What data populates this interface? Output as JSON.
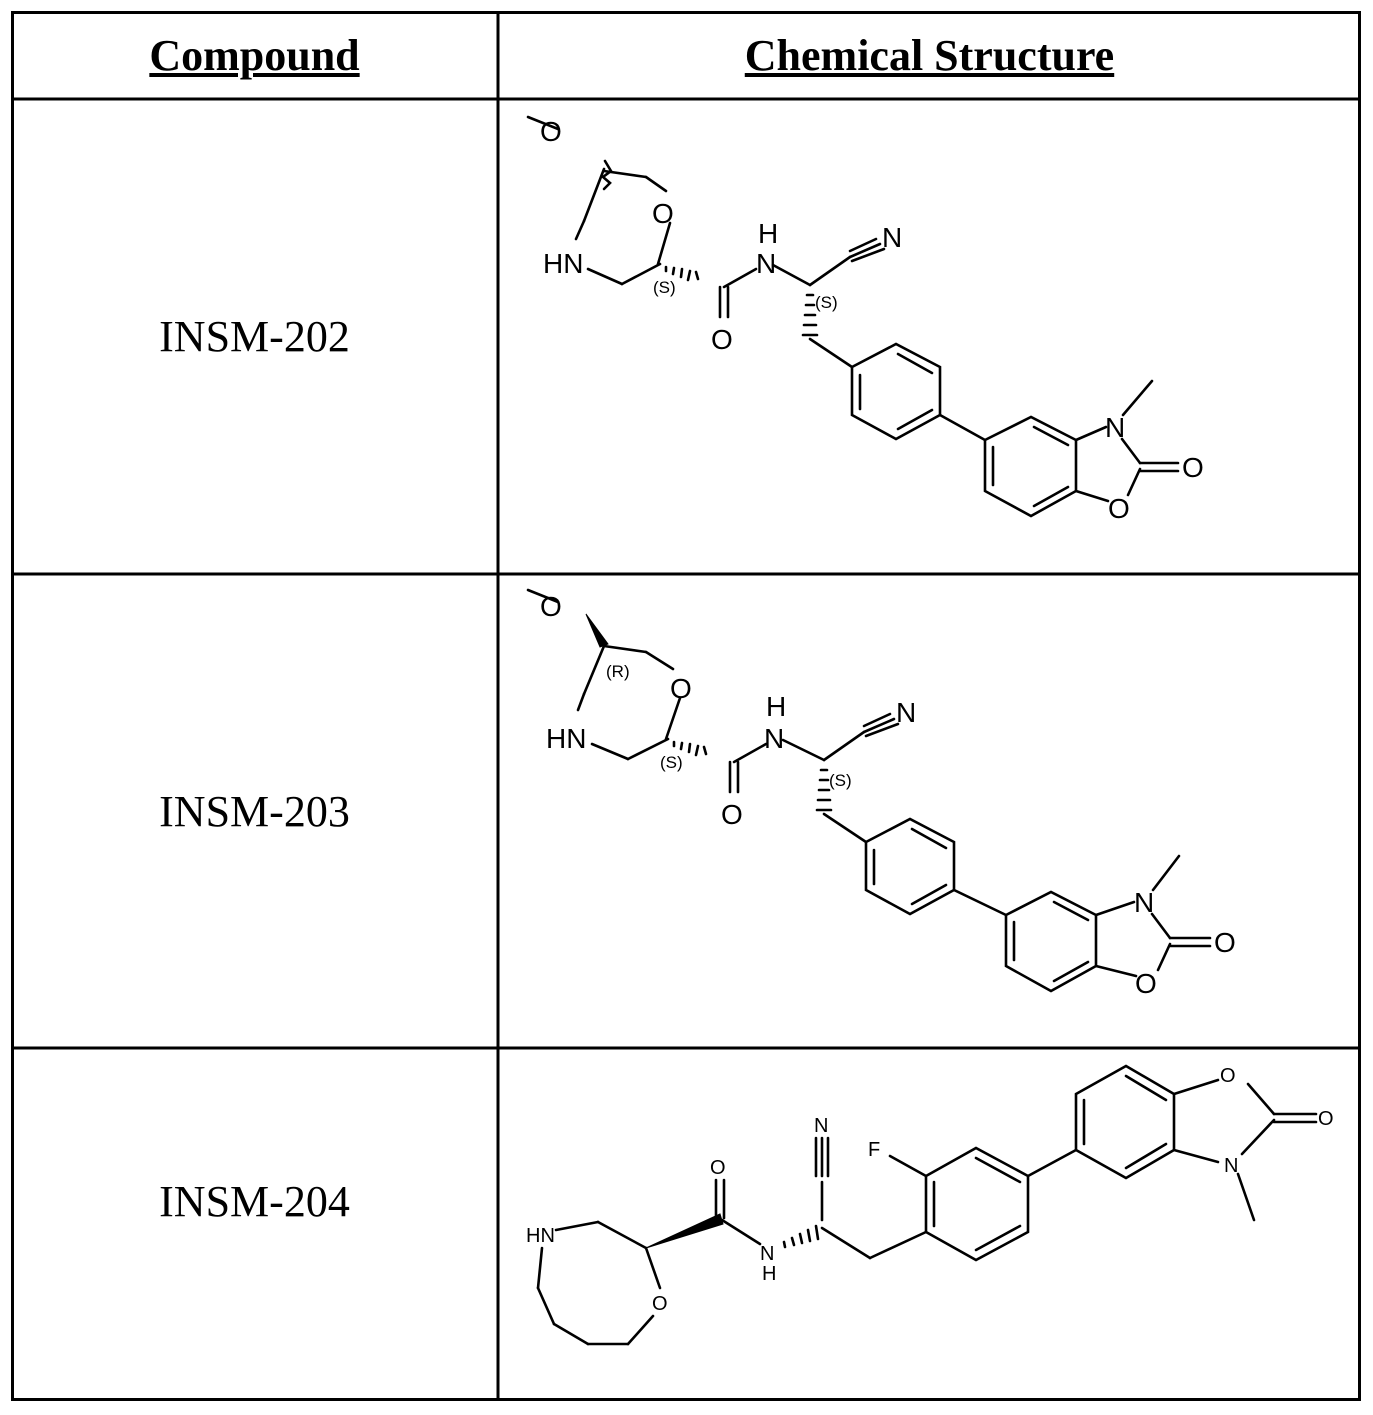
{
  "table": {
    "headers": {
      "compound": "Compound",
      "structure": "Chemical Structure"
    },
    "rows": [
      {
        "compound": "INSM-202",
        "atoms": {
          "o_methoxy": "O",
          "o_ring": "O",
          "hn": "HN",
          "nh_h": "H",
          "nh_n": "N",
          "nitrile_n": "N",
          "carbonyl_o": "O",
          "n_methyl": "N",
          "oxazolone_o": "O",
          "ring_o": "O"
        },
        "stereo": [
          "(S)",
          "(S)"
        ]
      },
      {
        "compound": "INSM-203",
        "atoms": {
          "o_methoxy": "O",
          "o_ring": "O",
          "hn": "HN",
          "nh_h": "H",
          "nh_n": "N",
          "nitrile_n": "N",
          "carbonyl_o": "O",
          "n_methyl": "N",
          "oxazolone_o": "O",
          "ring_o": "O"
        },
        "stereo": [
          "(R)",
          "(S)",
          "(S)"
        ]
      },
      {
        "compound": "INSM-204",
        "atoms": {
          "hn": "HN",
          "o_ring": "O",
          "carbonyl_o": "O",
          "nh_n": "N",
          "nh_h": "H",
          "nitrile_n": "N",
          "f": "F",
          "oxazolone_o_top": "O",
          "oxazolone_o": "O",
          "n_methyl": "N"
        }
      }
    ]
  }
}
